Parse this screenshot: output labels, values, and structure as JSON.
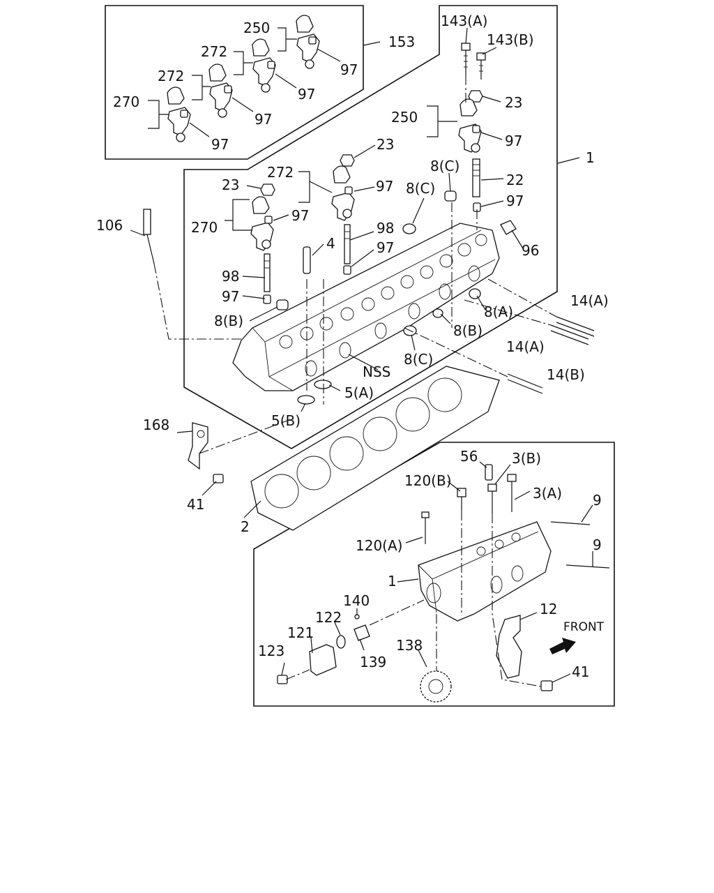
{
  "labels": {
    "l250a": "250",
    "l272a": "272",
    "l272b": "272",
    "l270a": "270",
    "l97a": "97",
    "l97b": "97",
    "l97c": "97",
    "l97d": "97",
    "l153": "153",
    "l143A": "143(A)",
    "l143B": "143(B)",
    "l23a": "23",
    "l250b": "250",
    "l97e": "97",
    "l1a": "1",
    "l23b": "23",
    "l272c": "272",
    "l97f": "97",
    "l23c": "23",
    "l8Ca": "8(C)",
    "l8Cb": "8(C)",
    "l22": "22",
    "l97g": "97",
    "l270b": "270",
    "l97h": "97",
    "l106": "106",
    "l98a": "98",
    "l4": "4",
    "l97i": "97",
    "l96": "96",
    "l98b": "98",
    "l97j": "97",
    "l8Ba": "8(B)",
    "l8A": "8(A)",
    "l14Aa": "14(A)",
    "l8Bb": "8(B)",
    "l14Ab": "14(A)",
    "lNSS": "NSS",
    "l8Cc": "8(C)",
    "l14B": "14(B)",
    "l5A": "5(A)",
    "l5B": "5(B)",
    "l168": "168",
    "l41a": "41",
    "l2": "2",
    "l56": "56",
    "l3B": "3(B)",
    "l120B": "120(B)",
    "l3A": "3(A)",
    "l9a": "9",
    "l120A": "120(A)",
    "l9b": "9",
    "l1b": "1",
    "l140": "140",
    "l122": "122",
    "l121": "121",
    "l12": "12",
    "lFRONT": "FRONT",
    "l123": "123",
    "l139": "139",
    "l138": "138",
    "l41b": "41"
  }
}
